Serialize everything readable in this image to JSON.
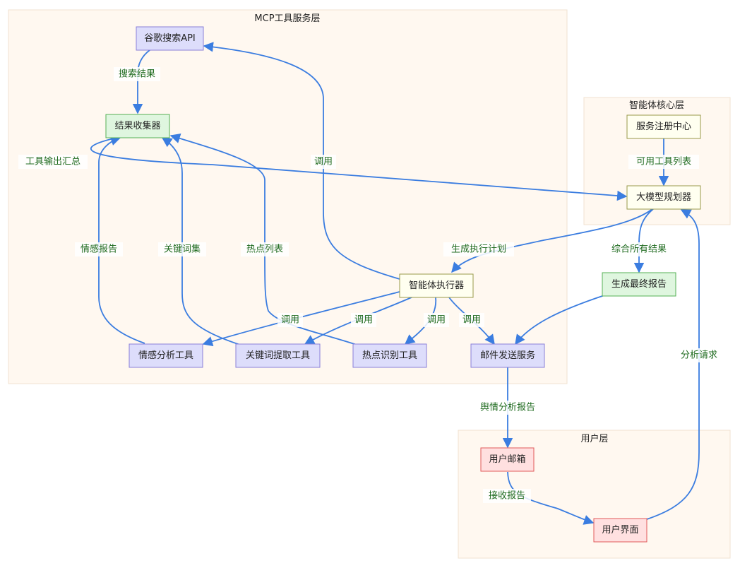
{
  "colors": {
    "edge": "#3b7de0",
    "cluster_fill": "#fff8f0",
    "cluster_stroke": "#f0e2d0",
    "edge_label_text": "#1f6b1f",
    "node_purple_fill": "#ddddfb",
    "node_purple_stroke": "#8a7fd8",
    "node_green_fill": "#dff6df",
    "node_green_stroke": "#55b055",
    "node_olive_fill": "#fffff0",
    "node_olive_stroke": "#9a9a4a",
    "node_red_fill": "#ffe0e0",
    "node_red_stroke": "#e05a5a"
  },
  "clusters": {
    "mcp": "MCP工具服务层",
    "core": "智能体核心层",
    "user": "用户层"
  },
  "nodes": {
    "google": "谷歌搜索API",
    "collector": "结果收集器",
    "sentiment": "情感分析工具",
    "keyword": "关键词提取工具",
    "hotspot": "热点识别工具",
    "email_service": "邮件发送服务",
    "executor": "智能体执行器",
    "registry": "服务注册中心",
    "planner": "大模型规划器",
    "final_report": "生成最终报告",
    "mailbox": "用户邮箱",
    "ui": "用户界面"
  },
  "edge_labels": {
    "search_result": "搜索结果",
    "tool_output": "工具输出汇总",
    "call_google": "调用",
    "emotion_report": "情感报告",
    "keyword_set": "关键词集",
    "hot_list": "热点列表",
    "plan": "生成执行计划",
    "available_tools": "可用工具列表",
    "summarize": "综合所有结果",
    "call_sentiment": "调用",
    "call_keyword": "调用",
    "call_hotspot": "调用",
    "call_email": "调用",
    "opinion_report": "舆情分析报告",
    "receive_report": "接收报告",
    "analysis_request": "分析请求"
  }
}
